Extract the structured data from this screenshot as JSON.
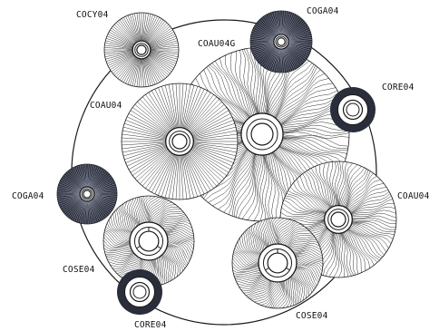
{
  "colors": {
    "ink": "#1a1a1a",
    "dark_brush": "#2a2d3a",
    "background": "#ffffff"
  },
  "labels": {
    "cocy04": "COCY04",
    "coga04_top": "COGA04",
    "coau04g": "COAU04G",
    "coau04_left": "COAU04",
    "core04_right": "CORE04",
    "coga04_left": "COGA04",
    "coau04_right": "COAU04",
    "cose04_left": "COSE04",
    "cose04_bottom": "COSE04",
    "core04_bottom": "CORE04"
  }
}
